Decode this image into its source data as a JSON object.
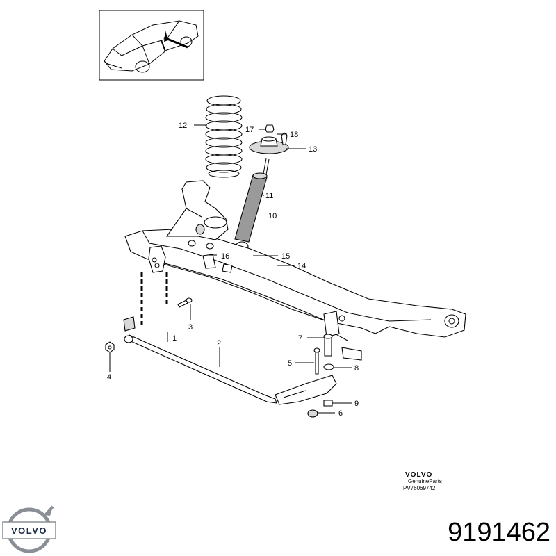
{
  "callouts": [
    {
      "id": "1",
      "text": "1"
    },
    {
      "id": "2",
      "text": "2"
    },
    {
      "id": "3",
      "text": "3"
    },
    {
      "id": "4",
      "text": "4"
    },
    {
      "id": "5",
      "text": "5"
    },
    {
      "id": "6",
      "text": "6"
    },
    {
      "id": "7",
      "text": "7"
    },
    {
      "id": "8",
      "text": "8"
    },
    {
      "id": "9",
      "text": "9"
    },
    {
      "id": "10",
      "text": "10"
    },
    {
      "id": "11",
      "text": "11"
    },
    {
      "id": "12",
      "text": "12"
    },
    {
      "id": "13",
      "text": "13"
    },
    {
      "id": "14",
      "text": "14"
    },
    {
      "id": "15",
      "text": "15"
    },
    {
      "id": "16",
      "text": "16"
    },
    {
      "id": "17",
      "text": "17"
    },
    {
      "id": "18",
      "text": "18"
    }
  ],
  "footer": {
    "brand": "VOLVO",
    "genuine": "GenuineParts",
    "ref": "PV76069742"
  },
  "logo": {
    "text": "VOLVO",
    "color": "#1c2b4a",
    "ring_color": "#8a8f96"
  },
  "part_number": "9191462"
}
